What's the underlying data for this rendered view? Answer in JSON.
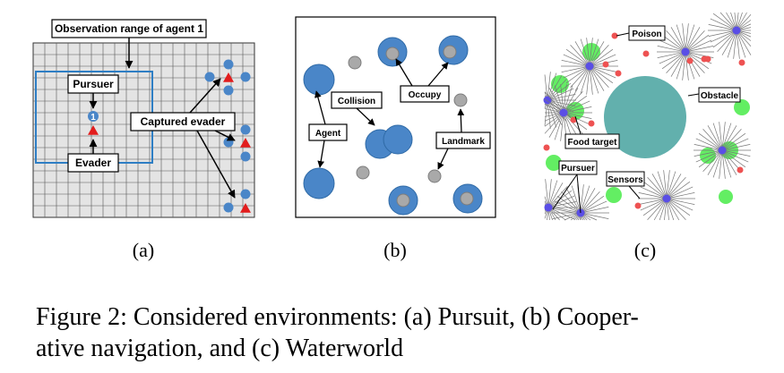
{
  "panel_a": {
    "sublabel": "(a)",
    "observation_label": "Observation range of agent 1",
    "pursuer_label": "Pursuer",
    "evader_label": "Evader",
    "captured_label": "Captured evader",
    "agent_number": "1"
  },
  "panel_b": {
    "sublabel": "(b)",
    "collision_label": "Collision",
    "occupy_label": "Occupy",
    "agent_label": "Agent",
    "landmark_label": "Landmark"
  },
  "panel_c": {
    "sublabel": "(c)",
    "poison_label": "Poison",
    "obstacle_label": "Obstacle",
    "food_label": "Food target",
    "pursuer_label": "Pursuer",
    "sensors_label": "Sensors"
  },
  "caption": {
    "line1": "Figure 2: Considered environments: (a) Pursuit, (b) Cooper-",
    "line2": "ative navigation, and (c) Waterworld"
  },
  "colors": {
    "agent_blue": "#4a86c8",
    "evader_red": "#e21d1d",
    "grid_fill": "#e4e4e4",
    "observation_box": "#2e7ec4",
    "landmark_gray": "#a9a9a9",
    "obstacle_teal": "#62b0ad",
    "food_green": "#63ee63",
    "poison_red": "#ee5252",
    "pursuer_purple": "#5a4ee6"
  }
}
